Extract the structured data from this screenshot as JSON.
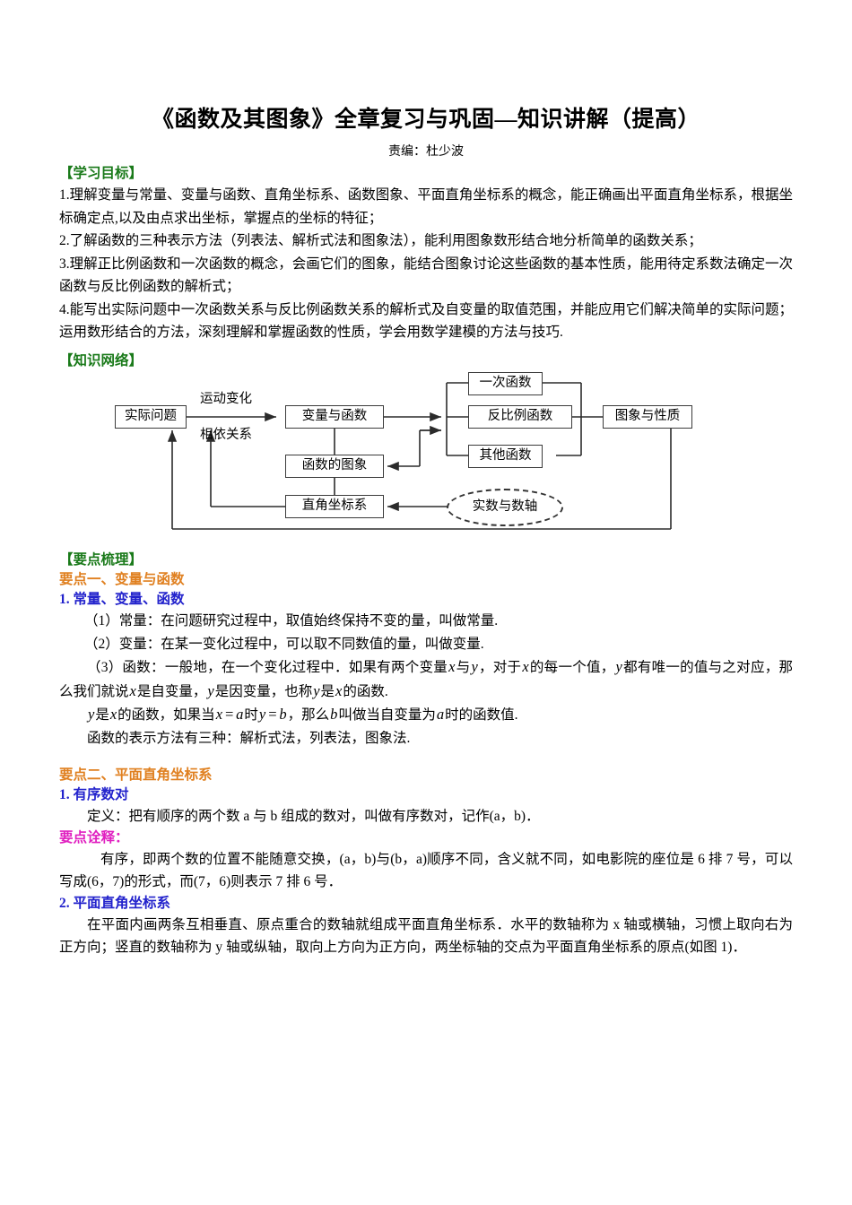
{
  "document": {
    "title": "《函数及其图象》全章复习与巩固—知识讲解（提高）",
    "byline": "责编：杜少波"
  },
  "objectives": {
    "heading": "【学习目标】",
    "items": [
      "1.理解变量与常量、变量与函数、直角坐标系、函数图象、平面直角坐标系的概念，能正确画出平面直角坐标系，根据坐标确定点,以及由点求出坐标，掌握点的坐标的特征；",
      "2.了解函数的三种表示方法（列表法、解析式法和图象法），能利用图象数形结合地分析简单的函数关系；",
      "3.理解正比例函数和一次函数的概念，会画它们的图象，能结合图象讨论这些函数的基本性质，能用待定系数法确定一次函数与反比例函数的解析式；",
      "4.能写出实际问题中一次函数关系与反比例函数关系的解析式及自变量的取值范围，并能应用它们解决简单的实际问题；运用数形结合的方法，深刻理解和掌握函数的性质，学会用数学建模的方法与技巧."
    ]
  },
  "network": {
    "heading": "【知识网络】",
    "nodes": {
      "practical_problem": "实际问题",
      "variable_function": "变量与函数",
      "function_graph": "函数的图象",
      "rect_coordinate": "直角坐标系",
      "linear_function": "一次函数",
      "inverse_function": "反比例函数",
      "other_function": "其他函数",
      "graph_property": "图象与性质",
      "real_number_axis": "实数与数轴"
    },
    "edge_labels": {
      "motion_change": "运动变化",
      "dependency": "相依关系"
    }
  },
  "review": {
    "heading": "【要点梳理】",
    "point1": {
      "title": "要点一、变量与函数",
      "sub1_number": "1.",
      "sub1_title": "常量、变量、函数",
      "lines": [
        "（1）常量：在问题研究过程中，取值始终保持不变的量，叫做常量.",
        "（2）变量：在某一变化过程中，可以取不同数值的量，叫做变量."
      ],
      "def3_parts": {
        "a": "（3）函数：一般地，在一个变化过程中．如果有两个变量",
        "x1": "x",
        "b": "与",
        "y1": "y",
        "c": "，对于",
        "x2": "x",
        "d": "的每一个值，",
        "y2": "y",
        "e": "都有唯一的值与之对应，那么我们就说",
        "x3": "x",
        "f": "是自变量，",
        "y3": "y",
        "g": "是因变量，也称",
        "y4": "y",
        "h": "是",
        "x4": "x",
        "i": "的函数."
      },
      "value_parts": {
        "y1": "y",
        "a": "是",
        "x1": "x",
        "b": "的函数，如果当",
        "x2": "x",
        "eq1": "=",
        "a1": "a",
        "c": "时",
        "y2": "y",
        "eq2": "=",
        "b1": "b",
        "d": "，那么",
        "b2": "b",
        "e": "叫做当自变量为",
        "a2": "a",
        "f": "时的函数值."
      },
      "methods": "函数的表示方法有三种：解析式法，列表法，图象法."
    },
    "point2": {
      "title": "要点二、平面直角坐标系",
      "sub1_number": "1.",
      "sub1_title": "有序数对",
      "sub1_def": "定义：把有顺序的两个数 a 与 b 组成的数对，叫做有序数对，记作(a，b)．",
      "explain_label": "要点诠释：",
      "explain_body": "有序，即两个数的位置不能随意交换，(a，b)与(b，a)顺序不同，含义就不同，如电影院的座位是 6 排 7 号，可以写成(6，7)的形式，而(7，6)则表示 7 排 6 号．",
      "sub2_number": "2.",
      "sub2_title": "平面直角坐标系",
      "sub2_body": "在平面内画两条互相垂直、原点重合的数轴就组成平面直角坐标系．水平的数轴称为 x 轴或横轴，习惯上取向右为正方向；竖直的数轴称为 y 轴或纵轴，取向上方向为正方向，两坐标轴的交点为平面直角坐标系的原点(如图 1)．"
    }
  }
}
